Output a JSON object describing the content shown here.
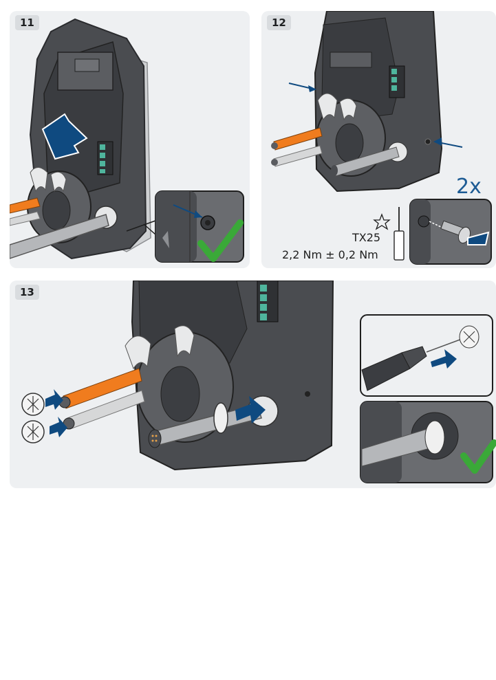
{
  "steps": [
    {
      "number": "11"
    },
    {
      "number": "12",
      "multiplier": "2x",
      "tool": "TX25",
      "torque": "2,2 Nm ± 0,2 Nm"
    },
    {
      "number": "13"
    }
  ],
  "colors": {
    "panel": "#eef0f2",
    "device": "#4a4c50",
    "device_dark": "#2f3134",
    "arrow_blue": "#0f4a80",
    "check_green": "#3aa938",
    "cable_orange": "#f07c1e",
    "cable_gray": "#b5b7ba",
    "terminal_green": "#4fb59d"
  },
  "icons": [
    "push-arrow-icon",
    "checkmark-icon",
    "torx-star-icon",
    "screwdriver-icon",
    "screw-icon",
    "pointer-arrow-icon",
    "cable-plug-icon"
  ]
}
